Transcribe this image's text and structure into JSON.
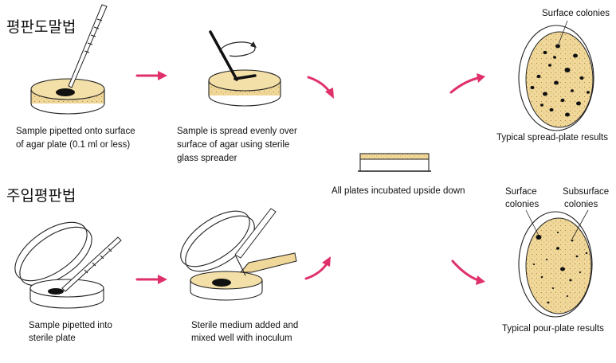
{
  "titles": {
    "spread": "평판도말법",
    "pour": "주입평판법"
  },
  "spread": {
    "step1": [
      "Sample pipetted onto surface",
      "of agar plate (0.1 ml or less)"
    ],
    "step2": [
      "Sample is spread evenly over",
      "surface of agar using sterile",
      "glass spreader"
    ],
    "result_title": "Typical spread-plate results",
    "surface_label": "Surface colonies"
  },
  "incubate": {
    "caption": "All plates incubated upside down"
  },
  "pour": {
    "step1": [
      "Sample pipetted into",
      "sterile plate"
    ],
    "step2": [
      "Sterile medium added and",
      "mixed well with inoculum"
    ],
    "result_title": "Typical pour-plate results",
    "surface_label": [
      "Surface",
      "colonies"
    ],
    "subsurface_label": [
      "Subsurface",
      "colonies"
    ]
  },
  "colors": {
    "arrow": "#e0306a",
    "agar": "#f0d79a",
    "colony": "#111111"
  }
}
